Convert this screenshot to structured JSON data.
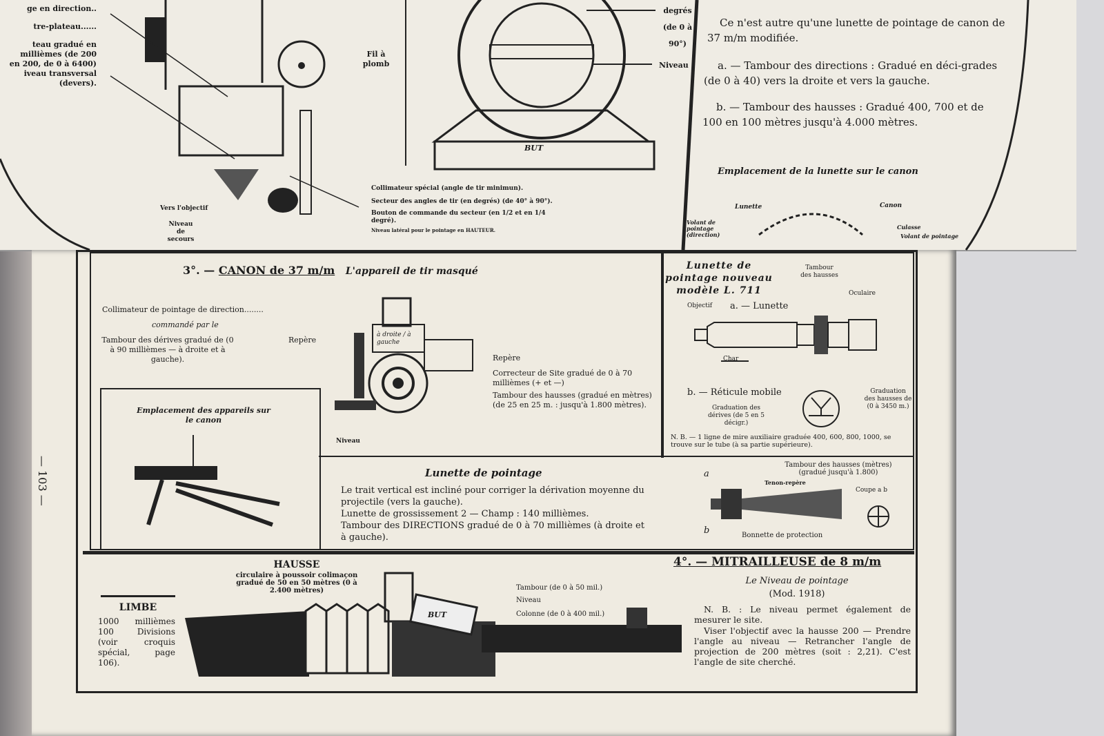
{
  "top_page": {
    "left_labels": [
      "ge en direction..",
      "tre-plateau......",
      "teau gradué en",
      "millièmes (de 200",
      "en 200, de 0 à 6400)",
      "iveau transversal",
      "(devers)."
    ],
    "vers_objectif": "Vers l'objectif",
    "niveau_secours": "Niveau de secours",
    "fil_a_plomb": "Fil à plomb",
    "but": "BUT",
    "degres": "degrés (de 0 à 90°)",
    "niveau": "Niveau",
    "callouts": [
      "Collimateur spécial (angle de tir minimun).",
      "Secteur des angles de tir (en degrés) (de 40° à 90°).",
      "Bouton de commande du secteur (en 1/2 et en 1/4 degré).",
      "Niveau latéral pour le pointage en HAUTEUR."
    ],
    "right_intro": "Ce n'est autre qu'une lunette de pointage de canon de 37 m/m modifiée.",
    "right_a": "a. — Tambour des directions : Gradué en déci-grades (de 0 à 40) vers la droite et vers la gauche.",
    "right_b": "b. — Tambour des hausses : Gradué 400, 700 et de 100 en 100 mètres jusqu'à 4.000 mètres.",
    "emplacement_title": "Emplacement de la lunette sur le canon",
    "emplacement_labels": [
      "Lunette",
      "Canon",
      "Volant de pointage (direction)",
      "Culasse",
      "Volant de pointage"
    ]
  },
  "page_number": "— 103 —",
  "canon": {
    "title_num": "3°. —",
    "title": "CANON de 37 m/m",
    "subtitle": "L'appareil de tir masqué",
    "collimateur": "Collimateur de pointage de direction........",
    "commande_par": "commandé par le",
    "tambour_derives": "Tambour des dérives gradué de (0 à 90 millièmes — à droite et à gauche).",
    "repere_left": "Repère",
    "repere_right": "Repère",
    "correcteur": "Correcteur de Site gradué de 0 à 70 millièmes (+ et —)",
    "tambour_hausses": "Tambour des hausses (gradué en mètres) (de 25 en 25 m. : jusqu'à 1.800 mètres).",
    "niveau": "Niveau",
    "drum_text": "à droite / à gauche",
    "emplacement": "Emplacement des appareils sur le canon"
  },
  "lunette_l711": {
    "title": "Lunette de pointage nouveau modèle L. 711",
    "tambour": "Tambour des hausses",
    "oculaire": "Oculaire",
    "objectif": "Objectif",
    "a_label": "a. — Lunette",
    "char": "Char",
    "b_label": "b. — Réticule mobile",
    "grad_derives": "Graduation des dérives (de 5 en 5 décigr.)",
    "grad_hausses": "Graduation des hausses de (0 à 3450 m.)",
    "nb": "N. B. — 1 ligne de mire auxiliaire graduée 400, 600, 800, 1000, se trouve sur le tube (à sa partie supérieure)."
  },
  "lunette_pointage": {
    "title": "Lunette de pointage",
    "p1": "Le trait vertical est incliné pour corriger la dérivation moyenne du projectile (vers la gauche).",
    "p2": "Lunette de grossissement 2 — Champ : 140 millièmes.",
    "p3": "Tambour des DIRECTIONS gradué de 0 à 70 millièmes (à droite et à gauche).",
    "tambour": "Tambour des hausses (mètres) (gradué jusqu'à 1.800)",
    "tenon": "Tenon-repère",
    "coupe": "Coupe a b",
    "a": "a",
    "b": "b",
    "bonnette": "Bonnette de protection"
  },
  "mitrailleuse": {
    "hausse_title": "HAUSSE",
    "hausse_desc": "circulaire à poussoir colimaçon gradué de 50 en 50 mètres (0 à 2.400 mètres)",
    "limbe_title": "LIMBE",
    "limbe_desc": "1000 millièmes 100 Divisions (voir croquis spécial, page 106).",
    "tambour": "Tambour (de 0 à 50 mil.)",
    "niveau": "Niveau",
    "colonne": "Colonne (de 0 à 400 mil.)",
    "but": "BUT",
    "title": "4°. — MITRAILLEUSE de 8 m/m",
    "subtitle": "Le Niveau de pointage",
    "mod": "(Mod. 1918)",
    "nb1": "N. B. : Le niveau permet également de mesurer le site.",
    "nb2": "Viser l'objectif avec la hausse 200 — Prendre l'angle au niveau — Retrancher l'angle de projection de 200 mètres (soit : 2,21). C'est l'angle de site cherché."
  }
}
